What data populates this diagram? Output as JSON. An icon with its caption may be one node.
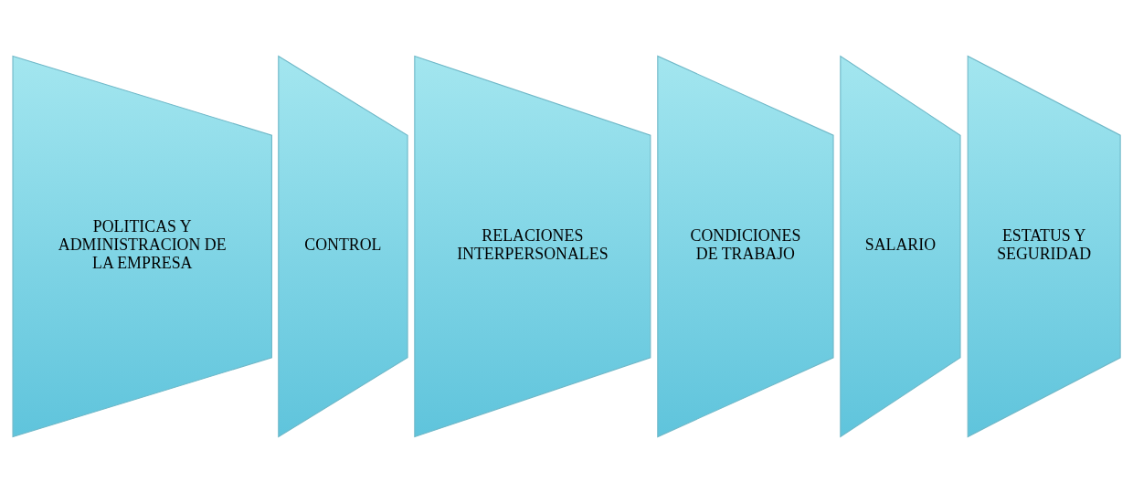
{
  "diagram": {
    "nodes": [
      {
        "text": [
          "POLITICAS Y ADMINISTRACION DE LA EMPRESA"
        ]
      },
      {
        "text": [
          "CONTROL"
        ]
      },
      {
        "text": [
          "RELACIONES INTERPERSONALES"
        ]
      },
      {
        "text": [
          "CONDICIONES DE TRABAJO"
        ]
      },
      {
        "text": [
          "SALARIO"
        ]
      },
      {
        "text": [
          "ESTATUS Y SEGURIDAD"
        ]
      }
    ],
    "edges": []
  }
}
